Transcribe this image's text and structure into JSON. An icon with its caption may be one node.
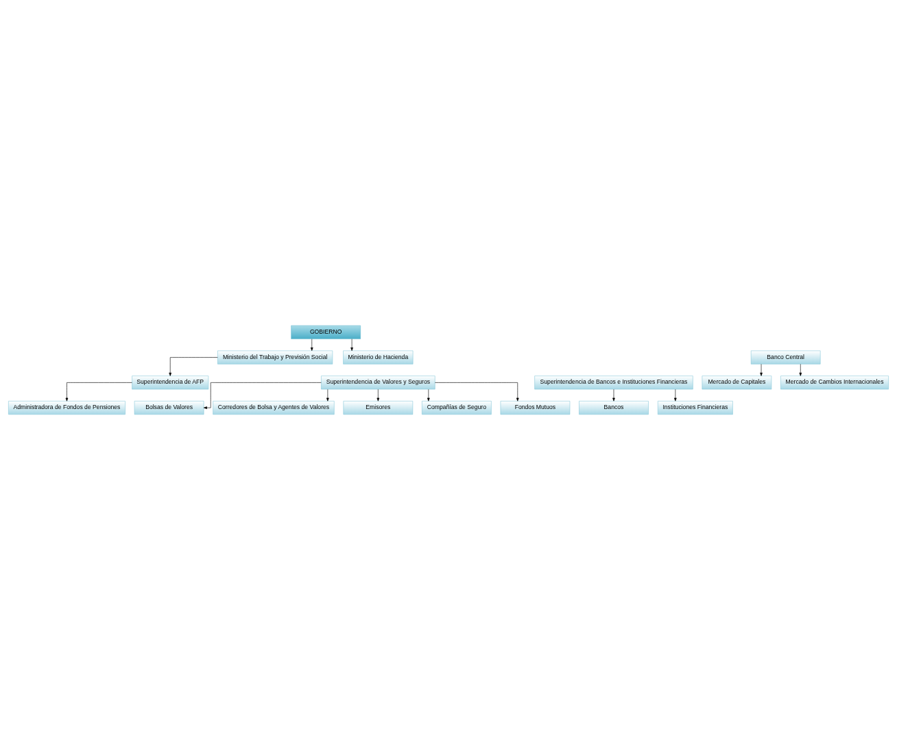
{
  "diagram": {
    "nodes": [
      {
        "text": [
          "GOBIERNO"
        ]
      },
      {
        "text": [
          "Ministerio del Trabajo y Previsión Social"
        ]
      },
      {
        "text": [
          "Ministerio de Hacienda"
        ]
      },
      {
        "text": [
          "Banco Central"
        ]
      },
      {
        "text": [
          "Superintendencia de AFP"
        ]
      },
      {
        "text": [
          "Superintendencia de Valores y Seguros"
        ]
      },
      {
        "text": [
          "Superintendencia de Bancos e Instituciones Financieras"
        ]
      },
      {
        "text": [
          "Mercado de Capitales"
        ]
      },
      {
        "text": [
          "Administradora de Fondos de Pensiones"
        ]
      },
      {
        "text": [
          "Bolsas de Valores"
        ]
      },
      {
        "text": [
          "Bancos"
        ]
      },
      {
        "text": [
          "Mercado de Cambios Internacionales"
        ]
      },
      {
        "text": [
          "Corredores de Bolsa y Agentes de Valores"
        ]
      },
      {
        "text": [
          "Instituciones Financieras"
        ]
      },
      {
        "text": [
          "Emisores"
        ]
      },
      {
        "text": [
          "Compañías de Seguro"
        ]
      },
      {
        "text": [
          "Fondos Mutuos"
        ]
      }
    ],
    "edges": [
      {
        "from": 0,
        "to": 1,
        "arrow": "to"
      },
      {
        "from": 0,
        "to": 2,
        "arrow": "to"
      },
      {
        "from": 1,
        "to": 4,
        "arrow": "to"
      },
      {
        "from": 4,
        "to": 8,
        "arrow": "to"
      },
      {
        "from": 5,
        "to": 9,
        "arrow": "to"
      },
      {
        "from": 5,
        "to": 12,
        "arrow": "to"
      },
      {
        "from": 5,
        "to": 14,
        "arrow": "to"
      },
      {
        "from": 5,
        "to": 15,
        "arrow": "to"
      },
      {
        "from": 5,
        "to": 16,
        "arrow": "to"
      },
      {
        "from": 6,
        "to": 10,
        "arrow": "to"
      },
      {
        "from": 6,
        "to": 13,
        "arrow": "to"
      },
      {
        "from": 3,
        "to": 7,
        "arrow": "to"
      },
      {
        "from": 3,
        "to": 11,
        "arrow": "to"
      }
    ]
  }
}
